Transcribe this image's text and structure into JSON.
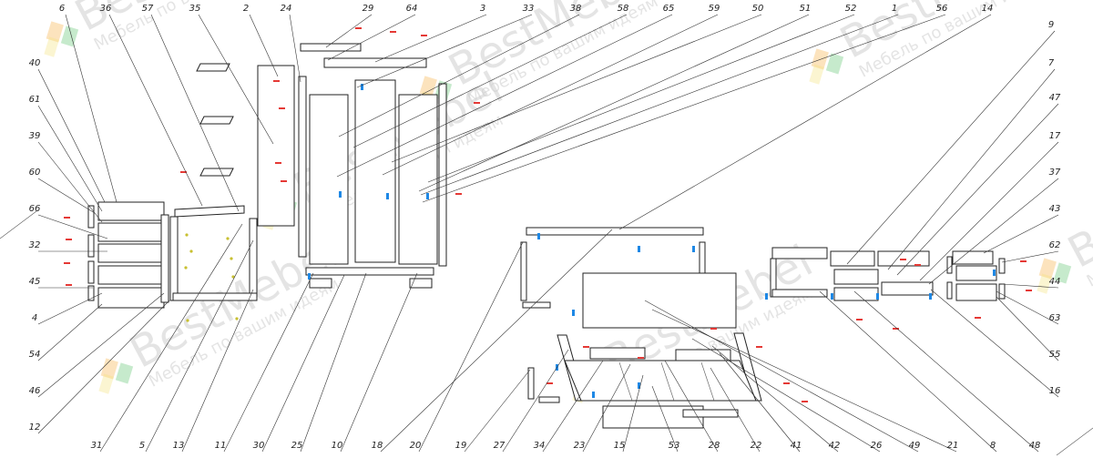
{
  "watermark": {
    "brand": "BestMebel",
    "tagline": "Мебель по вашим идеям",
    "colors": {
      "text": "#c8c8c8",
      "orange": "#f6b042",
      "green": "#5cc46e",
      "yellow": "#f4e27a"
    }
  },
  "colors": {
    "leader": "#333333",
    "outline": "#222222",
    "marker_red": "#e53935",
    "marker_blue": "#1e88e5",
    "marker_yellow": "#c8c030"
  },
  "part_numbers": [
    "6",
    "36",
    "57",
    "35",
    "2",
    "24",
    "29",
    "64",
    "3",
    "33",
    "38",
    "58",
    "65",
    "59",
    "50",
    "51",
    "52",
    "1",
    "56",
    "14",
    "9",
    "7",
    "47",
    "17",
    "37",
    "43",
    "62",
    "44",
    "63",
    "55",
    "16",
    "40",
    "61",
    "39",
    "60",
    "66",
    "32",
    "45",
    "4",
    "54",
    "46",
    "12",
    "31",
    "5",
    "13",
    "11",
    "30",
    "25",
    "10",
    "18",
    "20",
    "19",
    "27",
    "34",
    "23",
    "15",
    "53",
    "28",
    "22",
    "41",
    "42",
    "26",
    "49",
    "21",
    "8",
    "48"
  ]
}
